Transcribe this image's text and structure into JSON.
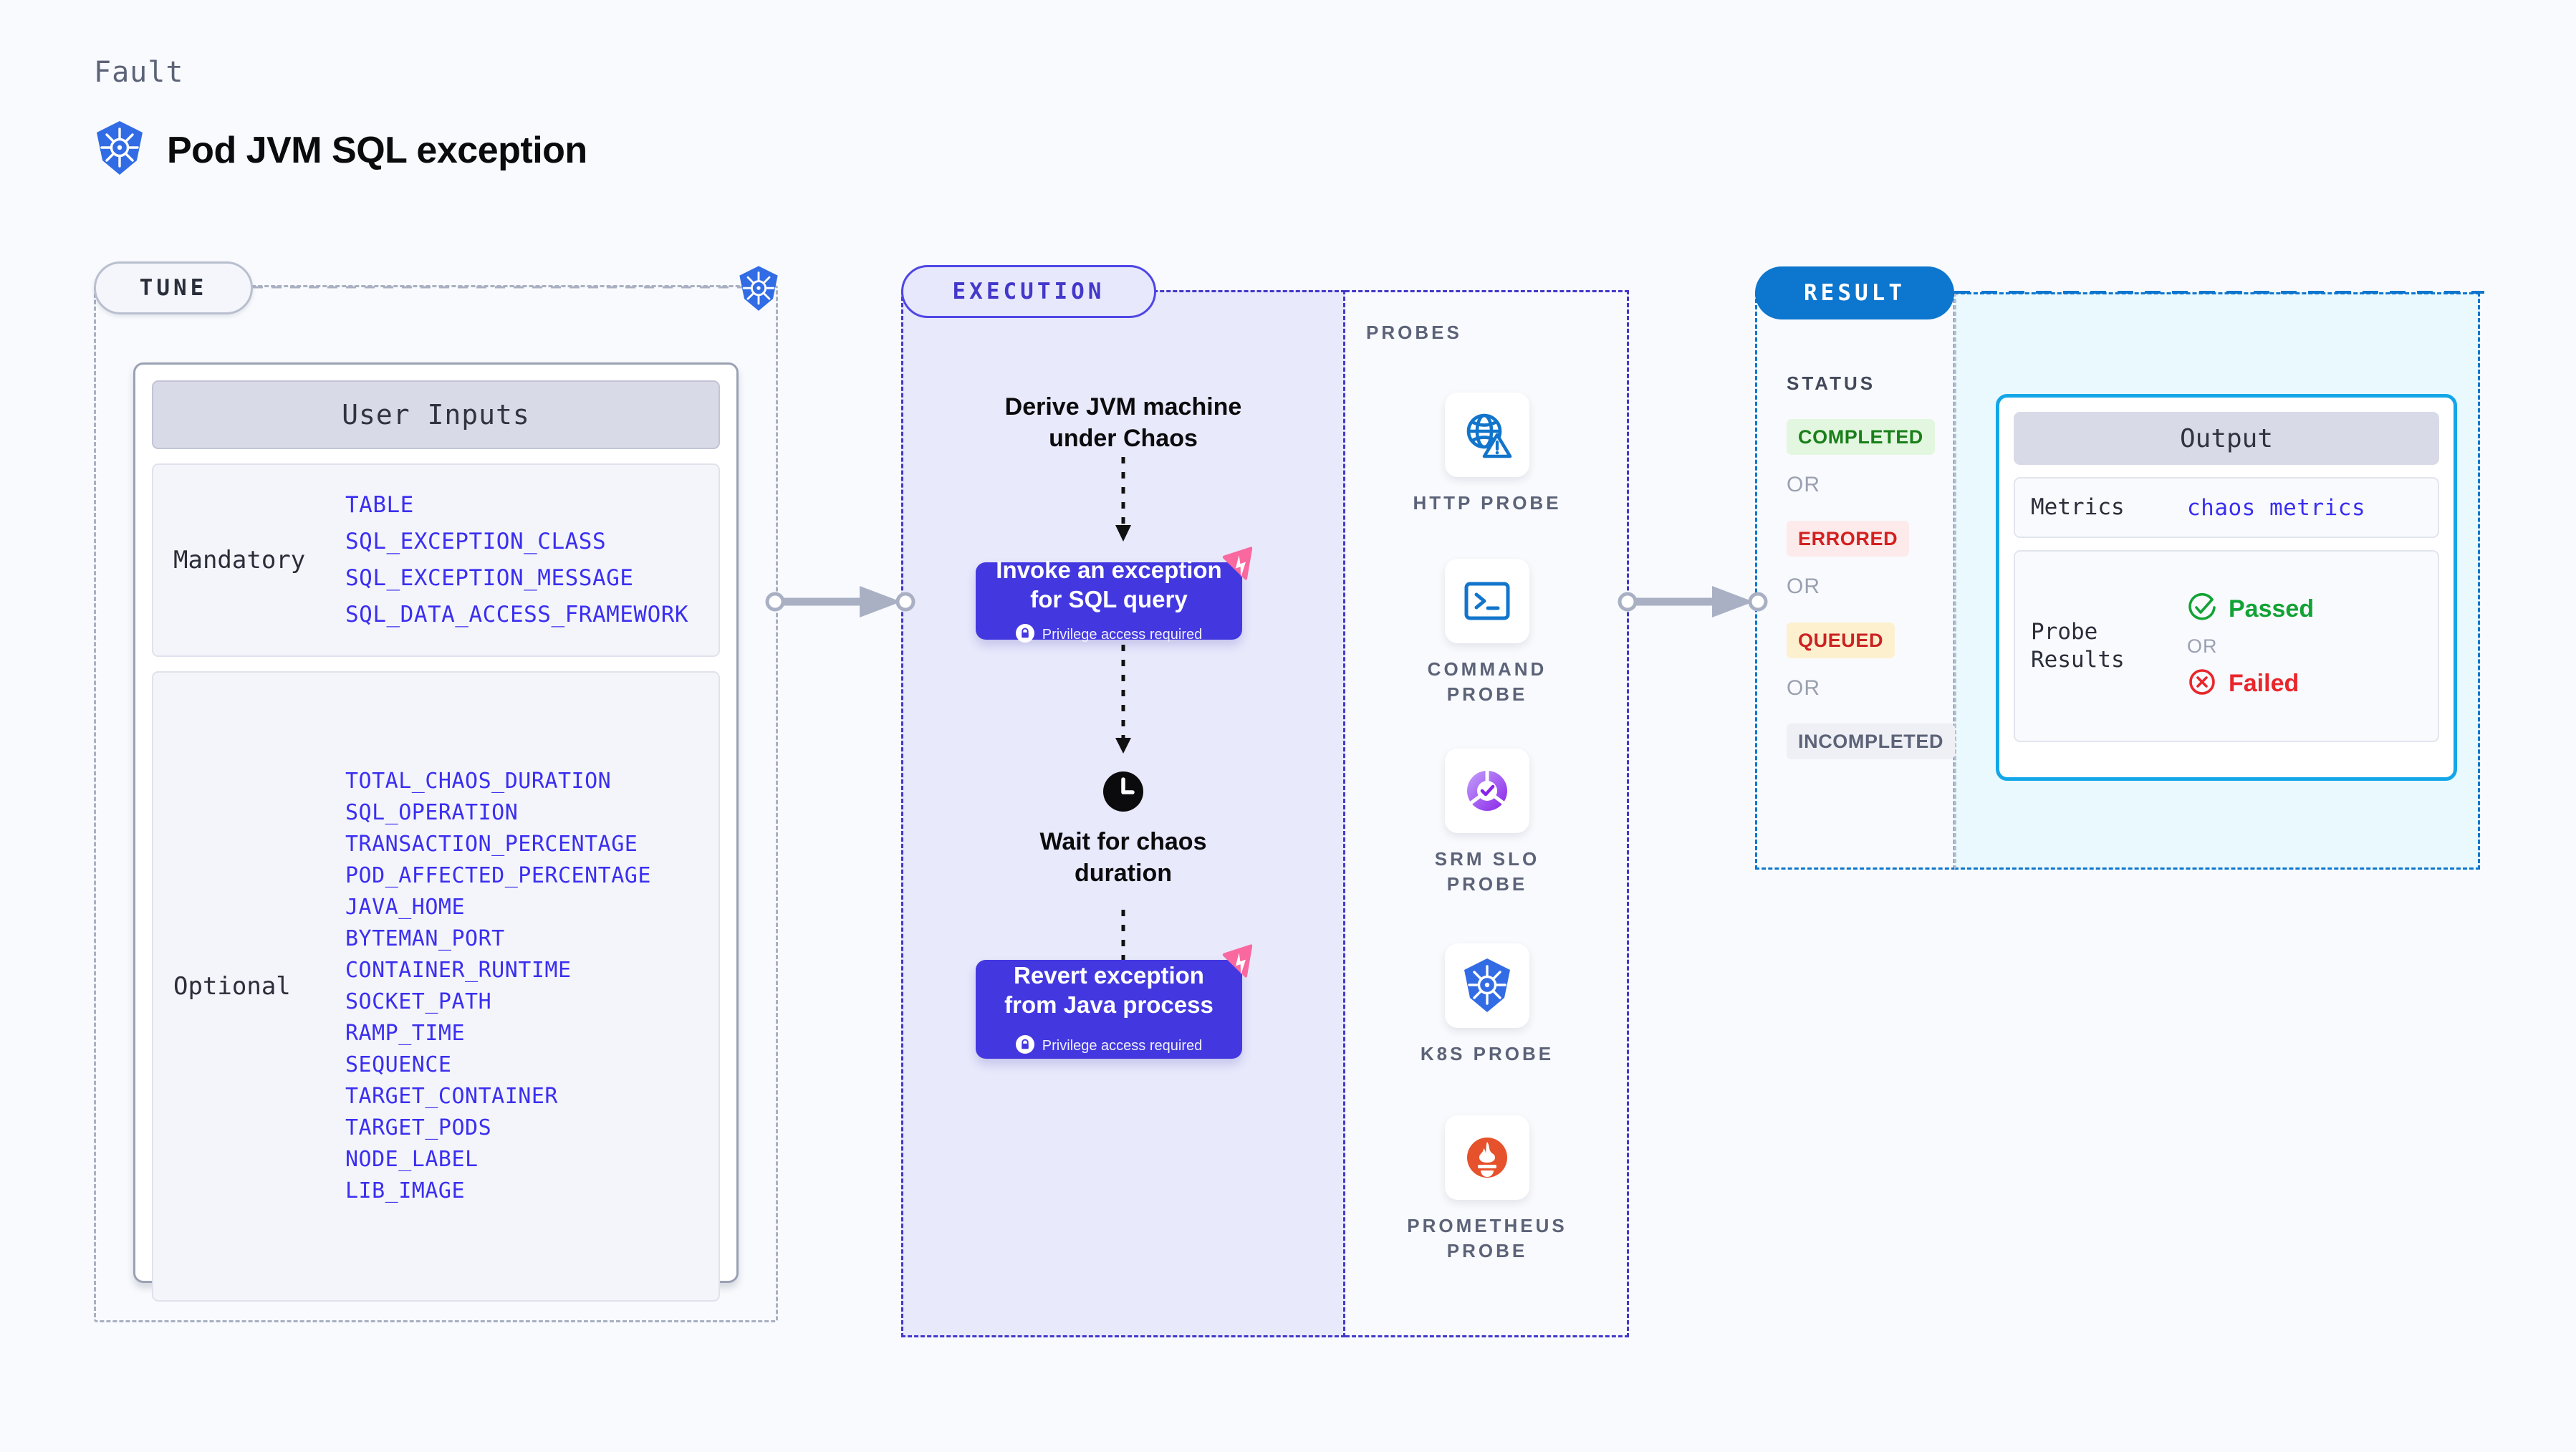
{
  "header": {
    "eyebrow": "Fault",
    "title": "Pod JVM SQL exception",
    "logo_icon": "kubernetes-icon"
  },
  "sections": {
    "tune": {
      "pill_label": "TUNE",
      "badge_icon": "kubernetes-icon"
    },
    "execution": {
      "pill_label": "EXECUTION"
    },
    "probes": {
      "title": "PROBES"
    },
    "result": {
      "pill_label": "RESULT"
    }
  },
  "tune": {
    "card_title": "User Inputs",
    "groups": [
      {
        "label": "Mandatory",
        "params": [
          "TABLE",
          "SQL_EXCEPTION_CLASS",
          "SQL_EXCEPTION_MESSAGE",
          "SQL_DATA_ACCESS_FRAMEWORK"
        ]
      },
      {
        "label": "Optional",
        "params": [
          "TOTAL_CHAOS_DURATION",
          "SQL_OPERATION",
          "TRANSACTION_PERCENTAGE",
          "POD_AFFECTED_PERCENTAGE",
          "JAVA_HOME",
          "BYTEMAN_PORT",
          "CONTAINER_RUNTIME",
          "SOCKET_PATH",
          "RAMP_TIME",
          "SEQUENCE",
          "TARGET_CONTAINER",
          "TARGET_PODS",
          "NODE_LABEL",
          "LIB_IMAGE"
        ]
      }
    ]
  },
  "execution": {
    "step1_text": "Derive JVM machine\nunder Chaos",
    "node1": {
      "title": "Invoke an exception\nfor SQL query",
      "privilege_note": "Privilege access required",
      "privilege_icon": "lock-icon",
      "corner_icon": "litmus-chaos-icon"
    },
    "wait": {
      "icon": "clock-icon",
      "text": "Wait for chaos\nduration"
    },
    "node2": {
      "title": "Revert exception\nfrom Java process",
      "privilege_note": "Privilege access required",
      "privilege_icon": "lock-icon",
      "corner_icon": "litmus-chaos-icon"
    }
  },
  "probes": [
    {
      "label": "HTTP PROBE",
      "icon": "globe-warning-icon"
    },
    {
      "label": "COMMAND PROBE",
      "icon": "terminal-icon"
    },
    {
      "label": "SRM SLO PROBE",
      "icon": "srm-slo-icon"
    },
    {
      "label": "K8S PROBE",
      "icon": "kubernetes-icon"
    },
    {
      "label": "PROMETHEUS PROBE",
      "icon": "prometheus-icon"
    }
  ],
  "result": {
    "status_title": "STATUS",
    "or_label": "OR",
    "statuses": [
      {
        "label": "COMPLETED",
        "bg": "#e3f7e0",
        "fg": "#1a7f1a"
      },
      {
        "label": "ERRORED",
        "bg": "#fdeaea",
        "fg": "#d32020"
      },
      {
        "label": "QUEUED",
        "bg": "#fcf0cf",
        "fg": "#cc2222"
      },
      {
        "label": "INCOMPLETED",
        "bg": "#eef0f5",
        "fg": "#5c6378"
      }
    ],
    "output": {
      "title": "Output",
      "metrics_label": "Metrics",
      "metrics_value": "chaos metrics",
      "probe_results_label": "Probe\nResults",
      "passed_label": "Passed",
      "passed_icon": "check-circle-icon",
      "or_label": "OR",
      "failed_label": "Failed",
      "failed_icon": "x-circle-icon"
    }
  },
  "colors": {
    "page_bg": "#f8fafd",
    "accent_purple": "#4338e0",
    "accent_blue": "#0d76ce",
    "param_text": "#3b2ff0",
    "pink": "#f9689f"
  }
}
